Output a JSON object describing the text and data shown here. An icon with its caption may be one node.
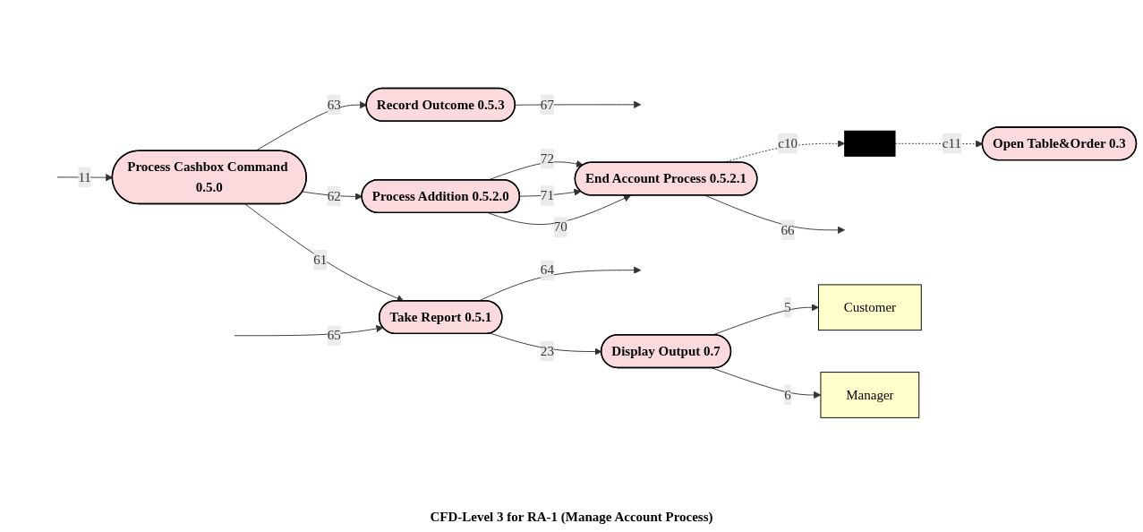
{
  "diagram": {
    "caption": "CFD-Level 3 for RA-1 (Manage Account Process)",
    "nodes": [
      {
        "text": [
          "Take Report 0.5.1"
        ]
      },
      {
        "text": [
          "Display Output 0.7"
        ]
      },
      {
        "text": [
          "Manager"
        ]
      },
      {
        "text": [
          "Process Cashbox Command 0.5.0"
        ]
      },
      {
        "text": [
          "Process Addition 0.5.2.0"
        ]
      },
      {
        "text": [
          "End Account Process 0.5.2.1"
        ]
      },
      {
        "text": [
          "Customer"
        ]
      },
      {
        "text": [],
        "shape": "bar"
      },
      {
        "text": [
          "Record Outcome 0.5.3"
        ]
      },
      {
        "text": [
          "Open Table&Order 0.3"
        ]
      }
    ],
    "edges": [
      {
        "from": null,
        "to": 3,
        "arrow": "to",
        "label": "11"
      },
      {
        "from": 3,
        "to": 0,
        "arrow": "to",
        "label": "61"
      },
      {
        "from": 3,
        "to": 4,
        "arrow": "to",
        "label": "62"
      },
      {
        "from": 3,
        "to": 8,
        "arrow": "to",
        "label": "63"
      },
      {
        "from": 0,
        "to": 1,
        "arrow": "to",
        "label": "23"
      },
      {
        "from": 1,
        "to": 2,
        "arrow": "to",
        "label": "6"
      },
      {
        "from": 1,
        "to": 6,
        "arrow": "to",
        "label": "5"
      },
      {
        "from": 0,
        "to": null,
        "arrow": "to",
        "label": "64"
      },
      {
        "from": null,
        "to": 0,
        "arrow": "to",
        "label": "65"
      },
      {
        "from": 4,
        "to": 5,
        "arrow": "to",
        "label": "70"
      },
      {
        "from": 4,
        "to": 5,
        "arrow": "to",
        "label": "71"
      },
      {
        "from": 4,
        "to": 5,
        "arrow": "to",
        "label": "72"
      },
      {
        "from": 5,
        "to": null,
        "arrow": "to",
        "label": "66"
      },
      {
        "from": 8,
        "to": null,
        "arrow": "to",
        "label": "67"
      },
      {
        "from": 5,
        "to": 7,
        "arrow": "to",
        "label": "c10",
        "style": "dashed"
      },
      {
        "from": 7,
        "to": 9,
        "arrow": "to",
        "label": "c11",
        "style": "dashed"
      }
    ]
  }
}
